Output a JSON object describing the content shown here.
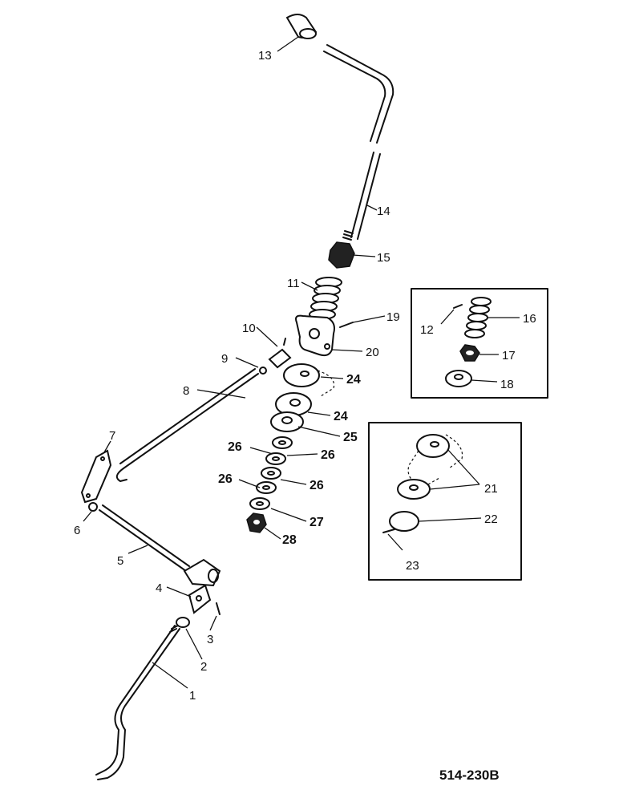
{
  "diagram_code": "514-230B",
  "labels": {
    "p1": "1",
    "p2": "2",
    "p3": "3",
    "p4": "4",
    "p5": "5",
    "p6": "6",
    "p7": "7",
    "p8": "8",
    "p9": "9",
    "p10": "10",
    "p11": "11",
    "p12": "12",
    "p13": "13",
    "p14": "14",
    "p15": "15",
    "p16": "16",
    "p17": "17",
    "p18": "18",
    "p19": "19",
    "p20": "20",
    "p21": "21",
    "p22": "22",
    "p23": "23",
    "p24a": "24",
    "p24b": "24",
    "p25": "25",
    "p26a": "26",
    "p26b": "26",
    "p26c": "26",
    "p26d": "26",
    "p27": "27",
    "p28": "28"
  }
}
